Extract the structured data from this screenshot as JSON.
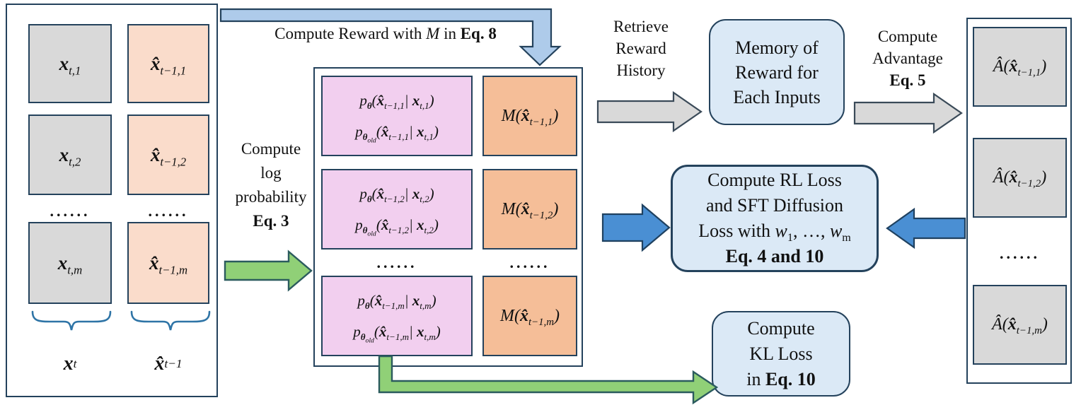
{
  "colors": {
    "border_dark": "#24425C",
    "gray_fill": "#D9D9D9",
    "peach_fill": "#FADCCB",
    "orange_fill": "#F5BE98",
    "pink_fill": "#F2CFEF",
    "light_blue_fill": "#DBE9F6",
    "band_arrow_blue": "#AECBEA",
    "solid_arrow_blue": "#4A8FD3",
    "arrow_green": "#90D077",
    "brace_blue": "#2E74A6"
  },
  "left_panel": {
    "x_boxes": [
      "**x**_{t,1}",
      "**x**_{t,2}",
      "**x**_{t,m}"
    ],
    "xhat_boxes": [
      "**x̂**_{t−1,1}",
      "**x̂**_{t−1,2}",
      "**x̂**_{t−1,m}"
    ],
    "dots": "......",
    "x_group_label": "**x**_{t}",
    "xhat_group_label": "**x̂**_{t−1}"
  },
  "top_arrow": {
    "label": "Compute Reward with *M* in **Eq. 8**"
  },
  "log_prob_arrow": {
    "lines": [
      "Compute",
      "log",
      "probability",
      "**Eq. 3**"
    ]
  },
  "prob_table": {
    "rows": [
      {
        "line1": "p_{**θ**}(**x̂**_{t−1,1}| **x**_{t,1})",
        "line2": "p_{**θ**_{old}}(**x̂**_{t−1,1}| **x**_{t,1})",
        "reward": "M(**x̂**_{t−1,1})"
      },
      {
        "line1": "p_{**θ**}(**x̂**_{t−1,2}| **x**_{t,2})",
        "line2": "p_{**θ**_{old}}(**x̂**_{t−1,2}| **x**_{t,2})",
        "reward": "M(**x̂**_{t−1,2})"
      },
      {
        "line1": "p_{**θ**}(**x̂**_{t−1,m}| **x**_{t,m})",
        "line2": "p_{**θ**_{old}}(**x̂**_{t−1,m}| **x**_{t,m})",
        "reward": "M(**x̂**_{t−1,m})"
      }
    ],
    "dots": "......"
  },
  "retrieve_arrow": {
    "lines": [
      "Retrieve",
      "Reward",
      "History"
    ]
  },
  "memory_box": {
    "lines": [
      "Memory of",
      "Reward for",
      "Each Inputs"
    ]
  },
  "advantage_arrow": {
    "lines": [
      "Compute",
      "Advantage",
      "**Eq. 5**"
    ]
  },
  "advantage_panel": {
    "boxes": [
      "Â(**x̂**_{t−1,1})",
      "Â(**x̂**_{t−1,2})",
      "Â(**x̂**_{t−1,m})"
    ],
    "dots": "......"
  },
  "rl_loss_box": {
    "lines": [
      "Compute RL Loss",
      "and SFT Diffusion",
      "Loss with *w*_{1}, …, *w*_{m}",
      "**Eq. 4 and 10**"
    ]
  },
  "kl_loss_box": {
    "lines": [
      "Compute",
      "KL Loss",
      "in **Eq. 10**"
    ]
  }
}
